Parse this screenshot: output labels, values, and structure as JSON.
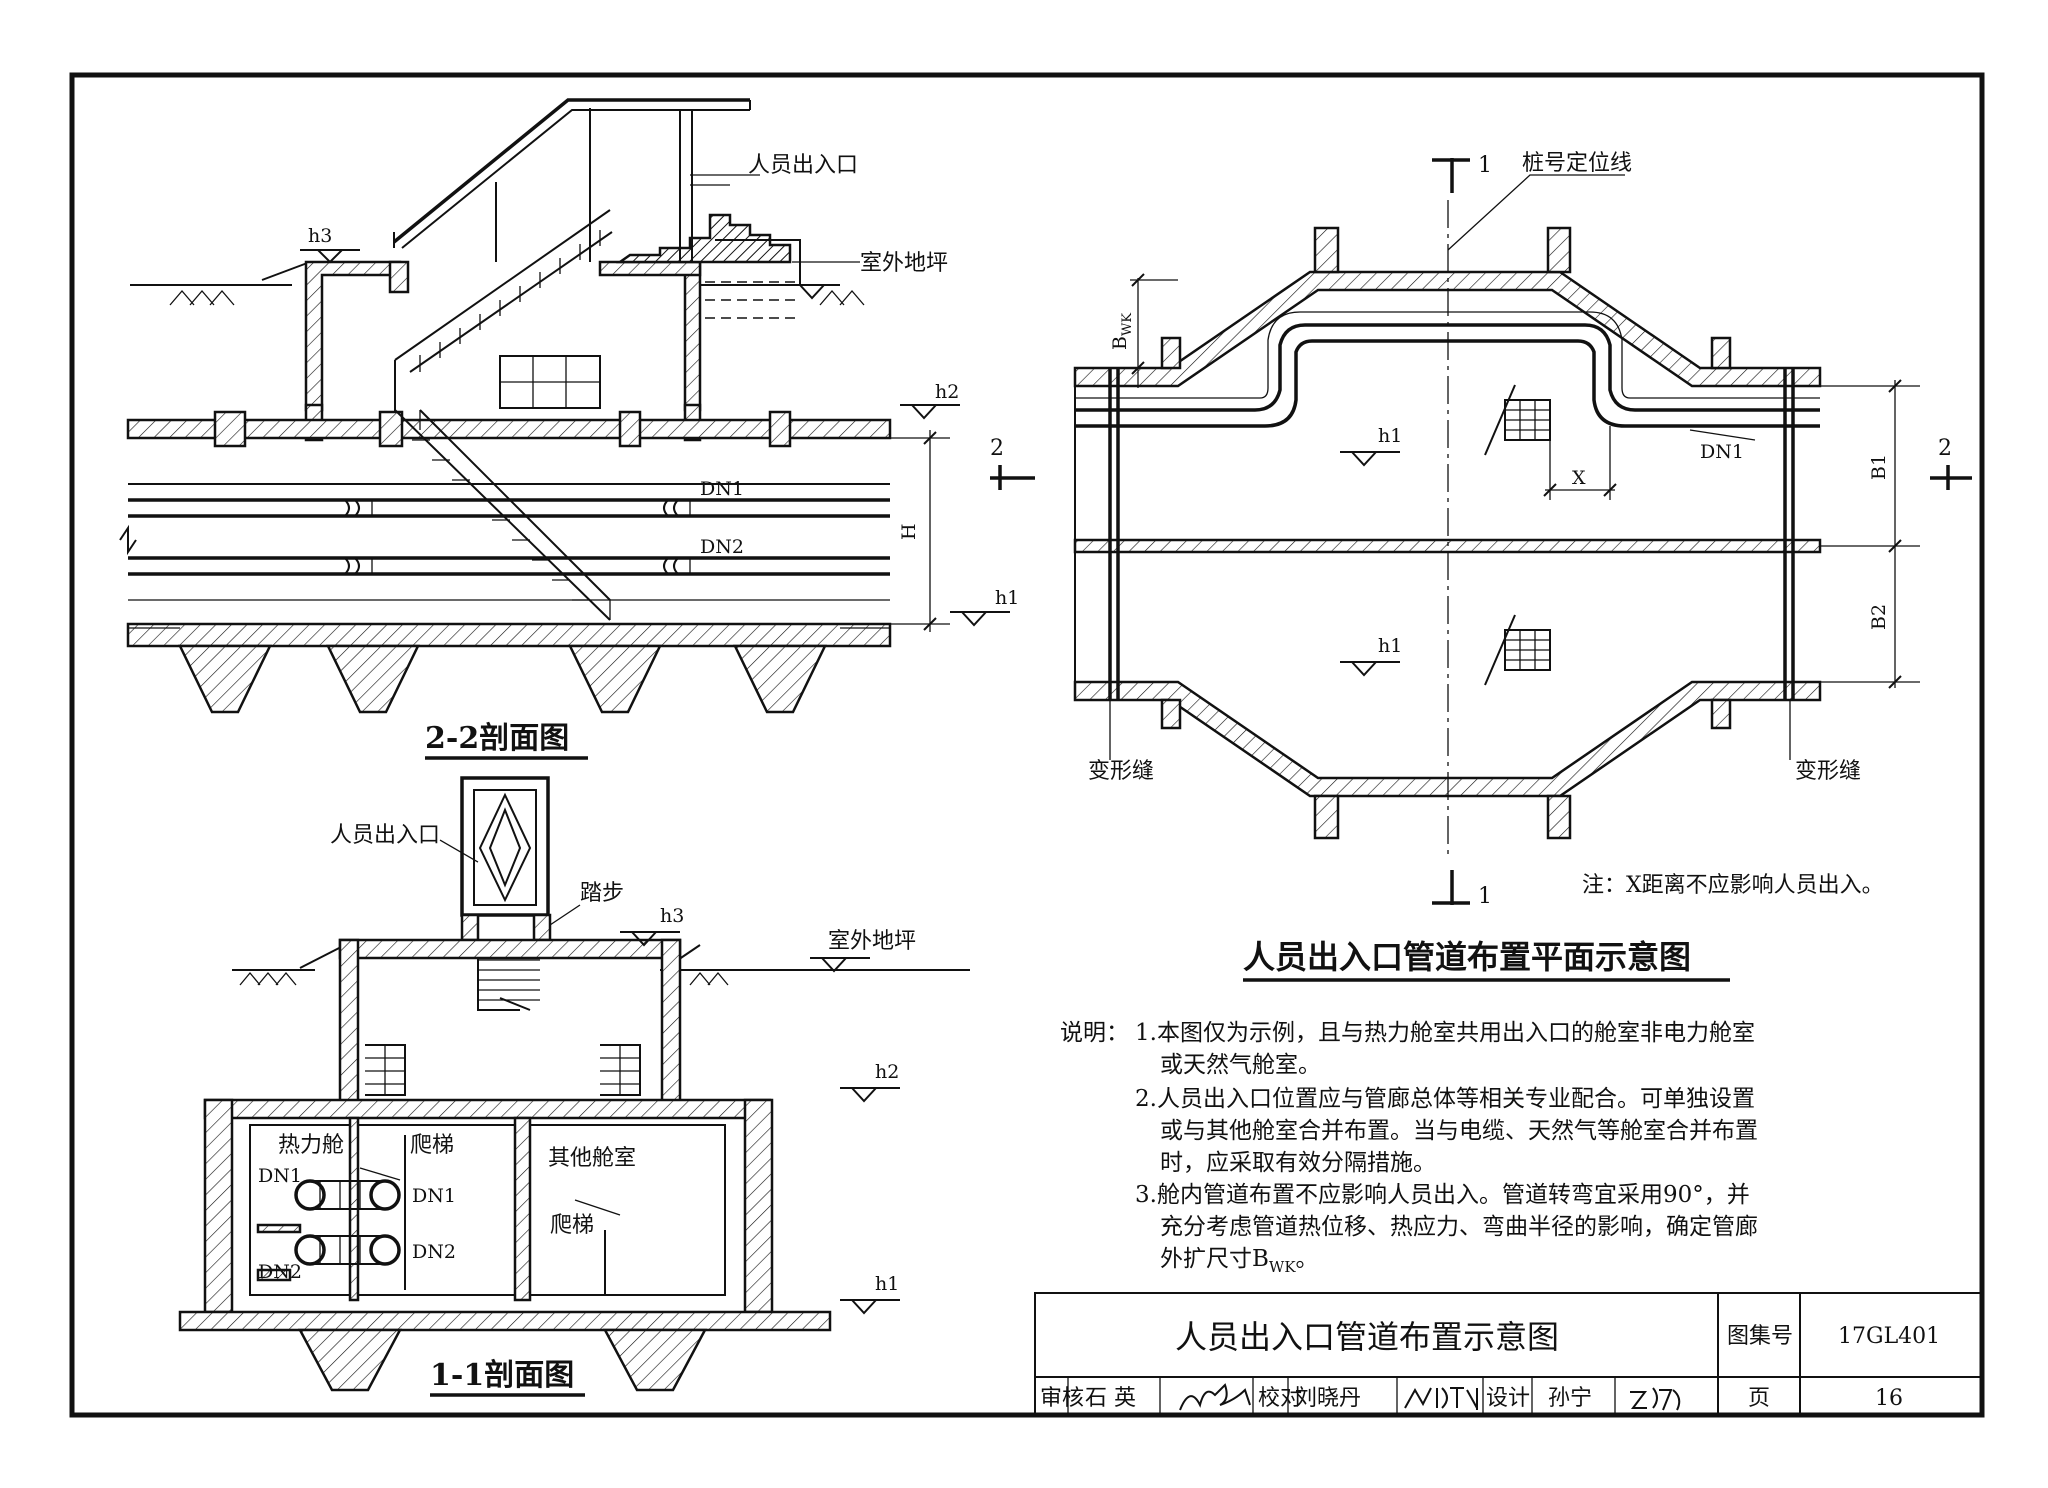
{
  "sheet": {
    "section_2_2_title": "2-2剖面图",
    "section_1_1_title": "1-1剖面图",
    "plan_title": "人员出入口管道布置平面示意图"
  },
  "section_2_2": {
    "entrance": "人员出入口",
    "outdoor_ground": "室外地坪",
    "h3": "h3",
    "h2": "h2",
    "h1": "h1",
    "H": "H",
    "dn1": "DN1",
    "dn2": "DN2",
    "cut_no": "2"
  },
  "section_1_1": {
    "entrance": "人员出入口",
    "steps": "踏步",
    "h3": "h3",
    "outdoor_ground": "室外地坪",
    "h2": "h2",
    "h1": "h1",
    "heat_cabin": "热力舱",
    "ladder": "爬梯",
    "other_cabin": "其他舱室",
    "ladder2": "爬梯",
    "dn1a": "DN1",
    "dn1b": "DN1",
    "dn2a": "DN2",
    "dn2b": "DN2"
  },
  "plan": {
    "cut_top": "1",
    "cut_bottom": "1",
    "station_line": "桩号定位线",
    "bwk_main": "B",
    "bwk_sub": "WK",
    "h1_top": "h1",
    "h1_bottom": "h1",
    "x": "X",
    "dn1": "DN1",
    "b1": "B1",
    "b2": "B2",
    "cut_2": "2",
    "joint_left": "变形缝",
    "joint_right": "变形缝",
    "note": "注：X距离不应影响人员出入。"
  },
  "notes": {
    "lead": "说明：",
    "l1": "1.本图仅为示例，且与热力舱室共用出入口的舱室非电力舱室",
    "l1b": "或天然气舱室。",
    "l2": "2.人员出入口位置应与管廊总体等相关专业配合。可单独设置",
    "l2b": "或与其他舱室合并布置。当与电缆、天然气等舱室合并布置",
    "l2c": "时，应采取有效分隔措施。",
    "l3": "3.舱内管道布置不应影响人员出入。管道转弯宜采用90°，并",
    "l3b": "充分考虑管道热位移、热应力、弯曲半径的影响，确定管廊",
    "l3c_main": "外扩尺寸B",
    "l3c_sub": "WK",
    "l3c_end": "。"
  },
  "title_block": {
    "title": "人员出入口管道布置示意图",
    "atlas_no_label": "图集号",
    "atlas_no": "17GL401",
    "review_label": "审核",
    "reviewer": "石 英",
    "check_label": "校对",
    "checker": "刘晓丹",
    "design_label": "设计",
    "designer": "孙宁",
    "page_label": "页",
    "page": "16"
  }
}
